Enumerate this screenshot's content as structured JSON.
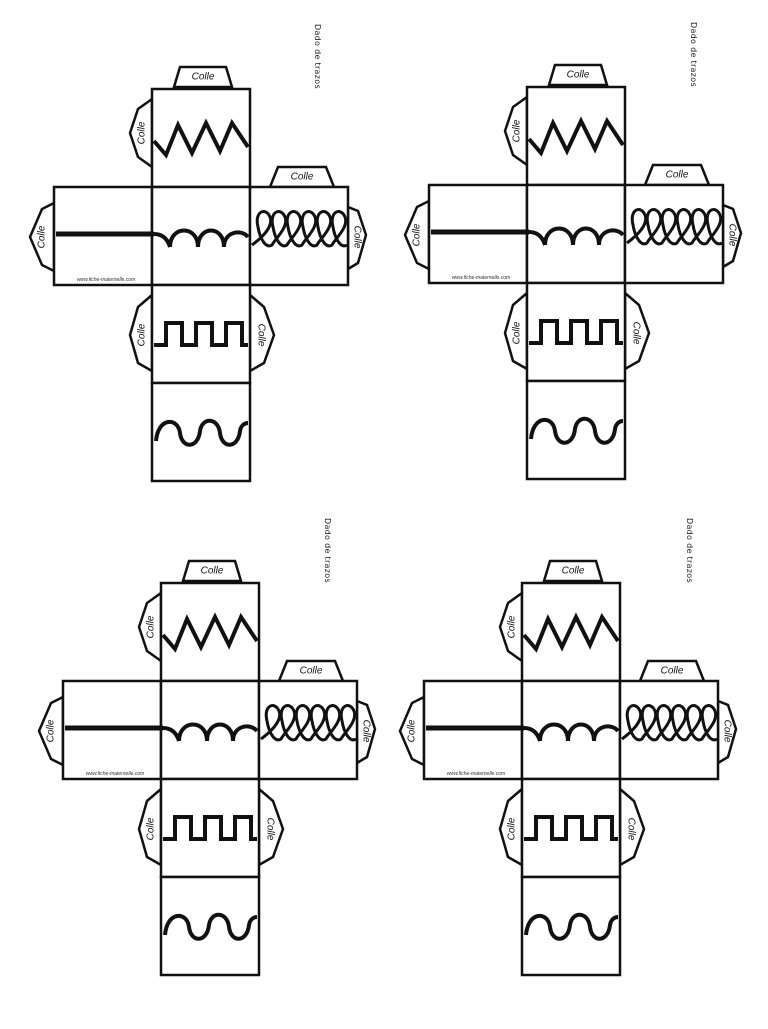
{
  "sheet_title": "Dado de trazos",
  "tab_label": "Colle",
  "watermark": "www.fiche-maternelle.com",
  "faces": [
    {
      "name": "zigzag-face",
      "pattern": "zigzag"
    },
    {
      "name": "straight-line-face",
      "pattern": "straight-line"
    },
    {
      "name": "arches-face",
      "pattern": "arches"
    },
    {
      "name": "loops-face",
      "pattern": "loops"
    },
    {
      "name": "square-wave-face",
      "pattern": "square-wave"
    },
    {
      "name": "wave-face",
      "pattern": "wave"
    }
  ],
  "dice_count": 4
}
